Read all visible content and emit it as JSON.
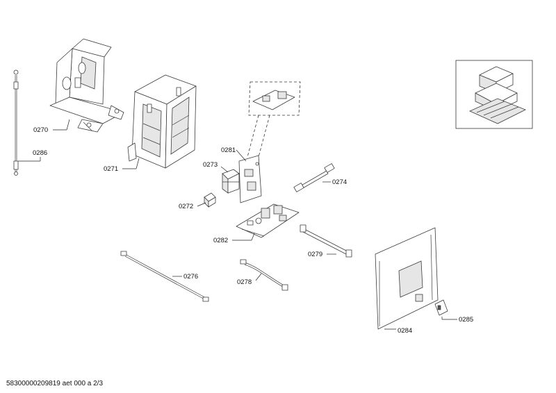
{
  "labels": {
    "p0270": "0270",
    "p0271": "0271",
    "p0272": "0272",
    "p0273": "0273",
    "p0274": "0274",
    "p0276": "0276",
    "p0278": "0278",
    "p0279": "0279",
    "p0281": "0281",
    "p0282": "0282",
    "p0284": "0284",
    "p0285": "0285",
    "p0286": "0286"
  },
  "footer": {
    "document_id": "58300000209819 aet 000 a 2/3"
  }
}
